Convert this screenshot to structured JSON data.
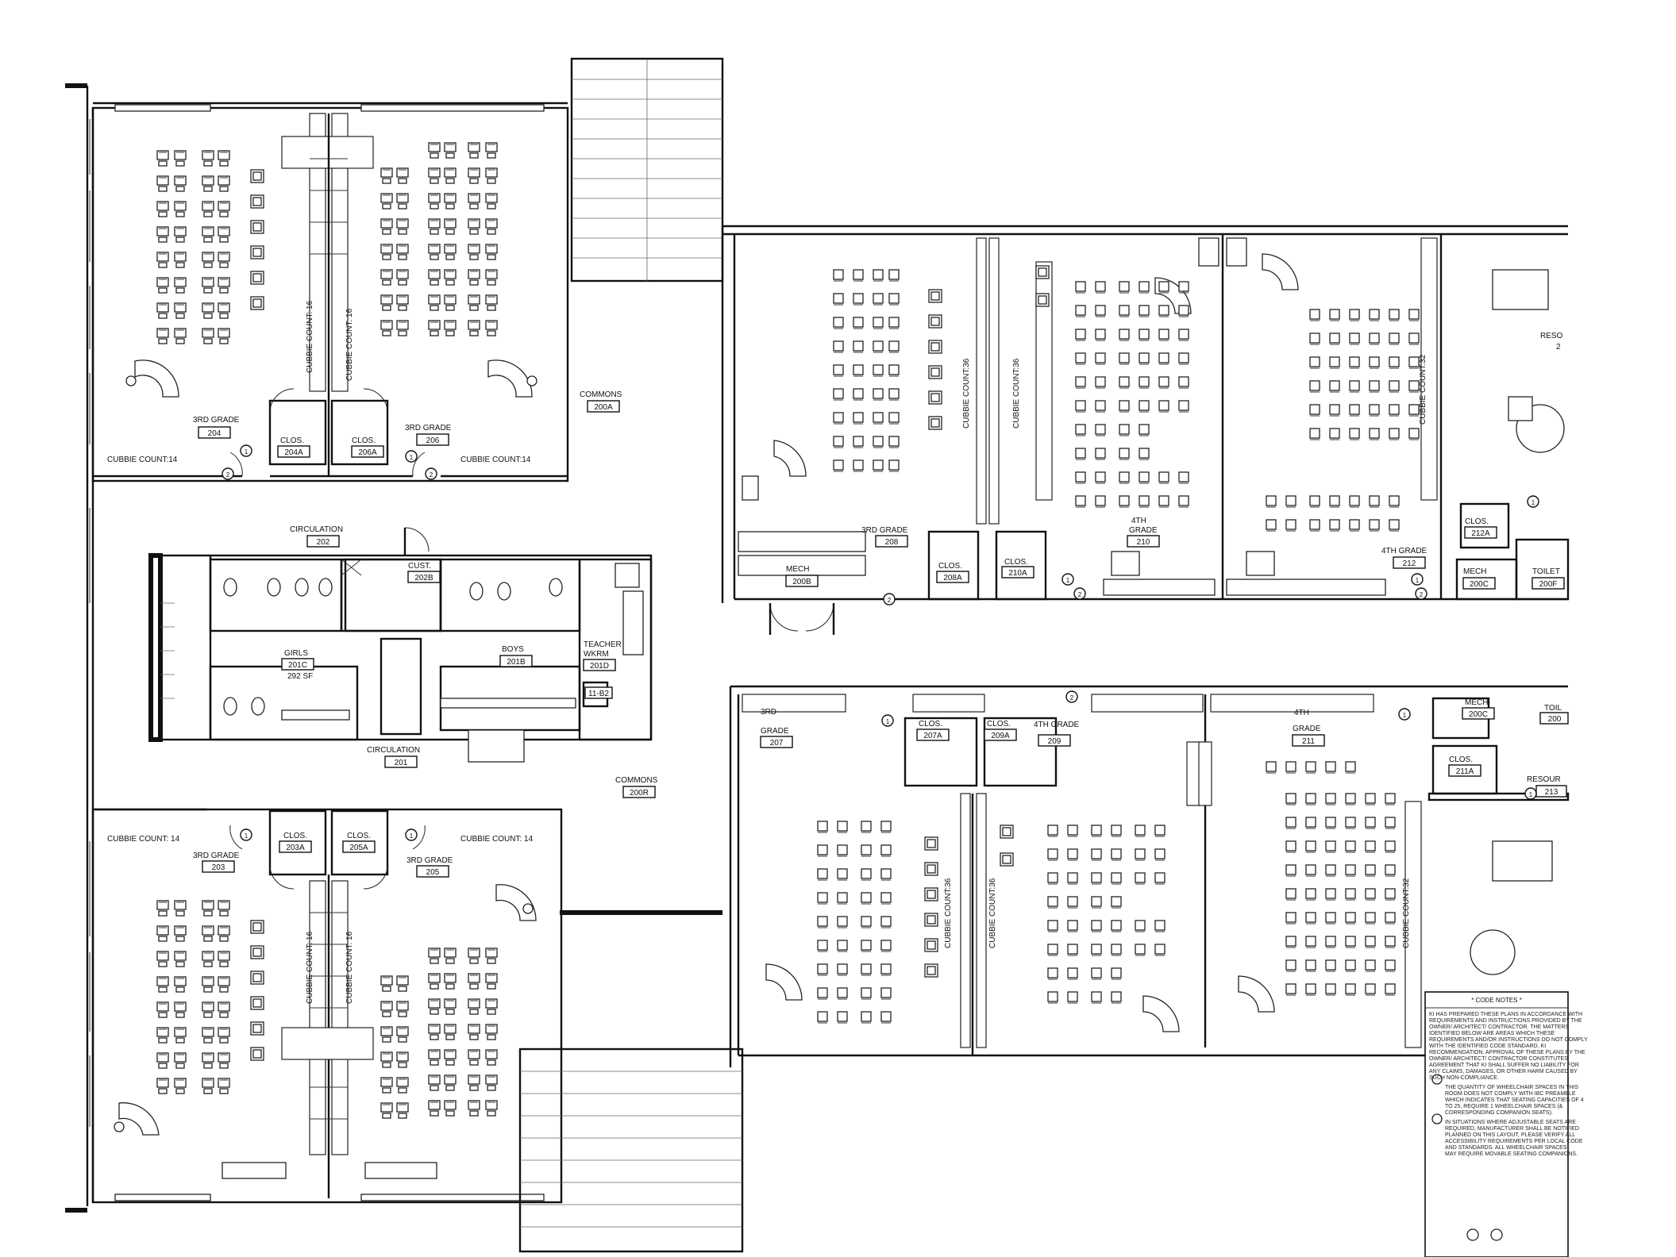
{
  "drawing": {
    "type": "architectural floor plan (second floor, elementary classrooms)"
  },
  "rooms": [
    {
      "id": "r204",
      "name": "3RD GRADE",
      "number": "204"
    },
    {
      "id": "r206",
      "name": "3RD GRADE",
      "number": "206"
    },
    {
      "id": "r204a",
      "name": "CLOS.",
      "number": "204A"
    },
    {
      "id": "r206a",
      "name": "CLOS.",
      "number": "206A"
    },
    {
      "id": "r203",
      "name": "3RD GRADE",
      "number": "203"
    },
    {
      "id": "r205",
      "name": "3RD GRADE",
      "number": "205"
    },
    {
      "id": "r203a",
      "name": "CLOS.",
      "number": "203A"
    },
    {
      "id": "r205a",
      "name": "CLOS.",
      "number": "205A"
    },
    {
      "id": "r200a",
      "name": "COMMONS",
      "number": "200A"
    },
    {
      "id": "r200r",
      "name": "COMMONS",
      "number": "200R"
    },
    {
      "id": "r202",
      "name": "CIRCULATION",
      "number": "202"
    },
    {
      "id": "r201",
      "name": "CIRCULATION",
      "number": "201"
    },
    {
      "id": "r202b",
      "name": "CUST.",
      "number": "202B"
    },
    {
      "id": "r201c",
      "name": "GIRLS",
      "number": "201C",
      "area": "292 SF"
    },
    {
      "id": "r201b",
      "name": "BOYS",
      "number": "201B"
    },
    {
      "id": "r201d",
      "name": "TEACHER WKRM",
      "number": "201D"
    },
    {
      "id": "r11b2",
      "name": "",
      "number": "11-B2"
    },
    {
      "id": "r200b",
      "name": "MECH",
      "number": "200B"
    },
    {
      "id": "r208",
      "name": "3RD GRADE",
      "number": "208"
    },
    {
      "id": "r208a",
      "name": "CLOS.",
      "number": "208A"
    },
    {
      "id": "r210a",
      "name": "CLOS.",
      "number": "210A"
    },
    {
      "id": "r210",
      "name": "4TH GRADE",
      "number": "210"
    },
    {
      "id": "r212",
      "name": "4TH GRADE",
      "number": "212"
    },
    {
      "id": "r212a",
      "name": "CLOS.",
      "number": "212A"
    },
    {
      "id": "r200c_top",
      "name": "MECH",
      "number": "200C"
    },
    {
      "id": "r200f",
      "name": "TOILET",
      "number": "200F"
    },
    {
      "id": "r2xx",
      "name": "RESO",
      "number": "2"
    },
    {
      "id": "r207",
      "name": "3RD GRADE",
      "number": "207"
    },
    {
      "id": "r207a",
      "name": "CLOS.",
      "number": "207A"
    },
    {
      "id": "r209a",
      "name": "CLOS.",
      "number": "209A"
    },
    {
      "id": "r209",
      "name": "4TH GRADE",
      "number": "209"
    },
    {
      "id": "r211",
      "name": "4TH GRADE",
      "number": "211"
    },
    {
      "id": "r211a",
      "name": "CLOS.",
      "number": "211A"
    },
    {
      "id": "r200c",
      "name": "MECH",
      "number": "200C"
    },
    {
      "id": "r200e",
      "name": "TOIL",
      "number": "200"
    },
    {
      "id": "r213",
      "name": "RESOUR",
      "number": "213"
    }
  ],
  "cubbie_labels": {
    "count14": "CUBBIE COUNT:14",
    "count14b": "CUBBIE COUNT: 14",
    "count16": "CUBBIE COUNT: 16",
    "count36": "CUBBIE COUNT:36",
    "count32": "CUBBIE COUNT:32"
  },
  "code_notes": {
    "title": "* CODE NOTES *",
    "lines": [
      "KI HAS PREPARED THESE PLANS IN ACCORDANCE WITH",
      "REQUIREMENTS AND INSTRUCTIONS PROVIDED BY THE",
      "OWNER/ ARCHITECT/ CONTRACTOR. THE MATTERS",
      "IDENTIFIED BELOW ARE AREAS WHICH THESE",
      "REQUIREMENTS AND/OR INSTRUCTIONS DO NOT COMPLY",
      "WITH THE IDENTIFIED CODE STANDARD. KI",
      "RECOMMENDATION. APPROVAL OF THESE PLANS BY THE",
      "OWNER/ ARCHITECT/ CONTRACTOR CONSTITUTES",
      "AGREEMENT THAT KI SHALL SUFFER NO LIABILITY FOR",
      "ANY CLAIMS, DAMAGES, OR OTHER HARM CAUSED BY",
      "SUCH NON-COMPLIANCE."
    ],
    "note1": [
      "THE QUANTITY OF WHEELCHAIR SPACES IN THIS",
      "ROOM DOES NOT COMPLY WITH IBC PREAMBLE",
      "WHICH INDICATES THAT SEATING CAPACITIES OF 4",
      "TO 25, REQUIRE 1 WHEELCHAIR SPACES (&",
      "CORRESPONDING COMPANION SEATS)."
    ],
    "note2": [
      "IN SITUATIONS WHERE ADJUSTABLE SEATS ARE",
      "REQUIRED, MANUFACTURER SHALL BE NOTIFIED",
      "PLANNED ON THIS LAYOUT, PLEASE VERIFY ALL",
      "ACCESSIBILITY REQUIREMENTS PER LOCAL CODE",
      "AND STANDARDS. ALL WHEELCHAIR SPACES",
      "MAY REQUIRE MOVABLE SEATING COMPANIONS."
    ]
  },
  "legend_symbols": [
    "1",
    "2"
  ]
}
